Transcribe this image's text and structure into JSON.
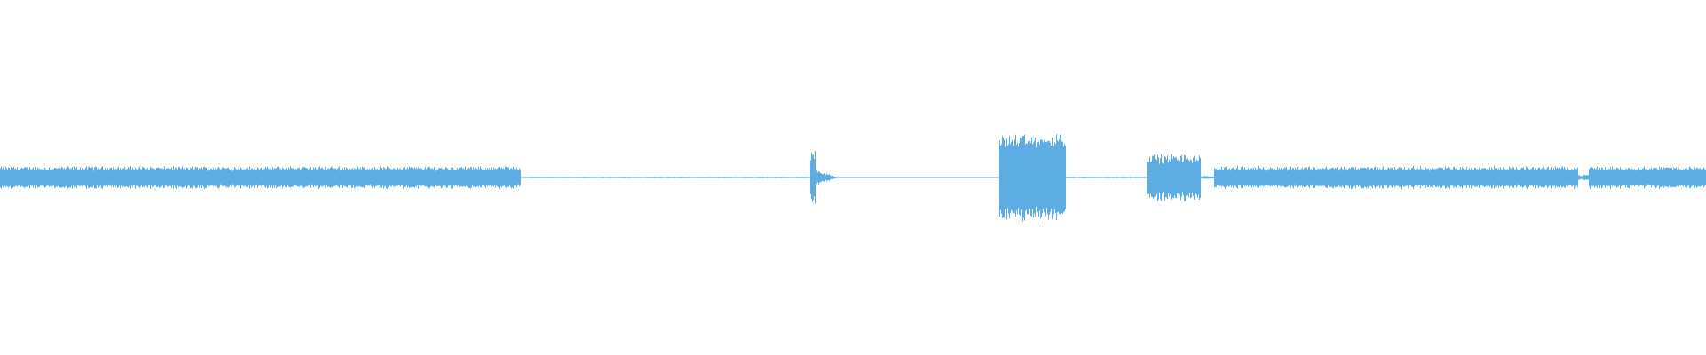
{
  "waveform": {
    "color": "#5DADE2",
    "background": "#FFFFFF",
    "duration_fraction_segments": [
      {
        "start": 0.0,
        "end": 0.305,
        "amplitude": 0.055,
        "kind": "steady"
      },
      {
        "start": 0.305,
        "end": 0.475,
        "amplitude": 0.004,
        "kind": "quiet"
      },
      {
        "start": 0.475,
        "end": 0.478,
        "amplitude": 0.14,
        "kind": "transient"
      },
      {
        "start": 0.478,
        "end": 0.49,
        "amplitude": 0.04,
        "kind": "decay"
      },
      {
        "start": 0.49,
        "end": 0.585,
        "amplitude": 0.003,
        "kind": "quiet"
      },
      {
        "start": 0.585,
        "end": 0.625,
        "amplitude": 0.22,
        "kind": "loud"
      },
      {
        "start": 0.625,
        "end": 0.672,
        "amplitude": 0.004,
        "kind": "quiet"
      },
      {
        "start": 0.672,
        "end": 0.704,
        "amplitude": 0.12,
        "kind": "medium"
      },
      {
        "start": 0.704,
        "end": 0.711,
        "amplitude": 0.008,
        "kind": "quiet"
      },
      {
        "start": 0.711,
        "end": 0.925,
        "amplitude": 0.055,
        "kind": "steady"
      },
      {
        "start": 0.925,
        "end": 0.931,
        "amplitude": 0.015,
        "kind": "dip"
      },
      {
        "start": 0.931,
        "end": 1.0,
        "amplitude": 0.055,
        "kind": "steady"
      }
    ]
  }
}
